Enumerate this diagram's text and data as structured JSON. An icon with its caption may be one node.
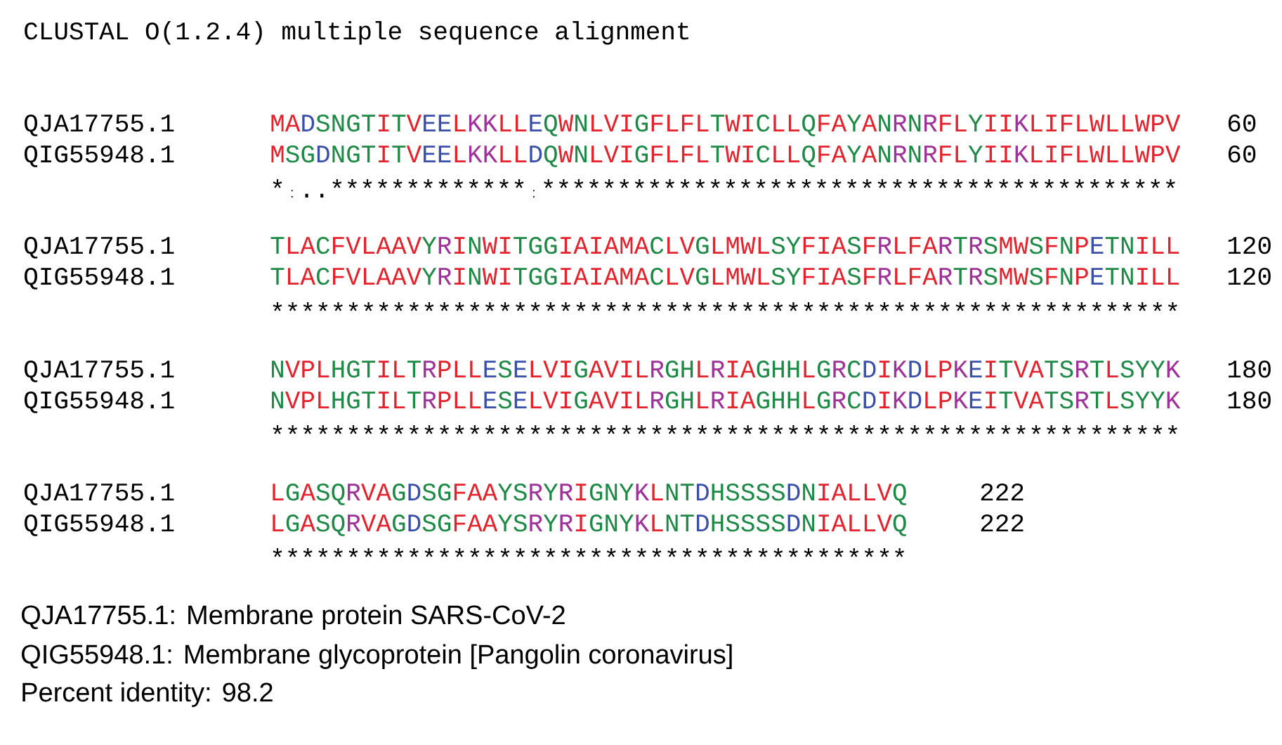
{
  "diagram": {
    "labels": [
      "CLUSTAL O(1.2.4) multiple sequence alignment",
      "QJA17755.1",
      "MADSNGTITVEELKKLLEQWNLVIGFLFLTWICLLQFAYANRNRFLYIIKLIFLWLLWPV",
      "60",
      "QIG55948.1",
      "MSGDNGTITVEELKKLLDQWNLVIGFLFLTWICLLQFAYANRNRFLYIIKLIFLWLLWPV",
      "60",
      "*:..*************:******************************************",
      "QJA17755.1",
      "TLACFVLAAVYRINWITGGIAIAMACLVGLMWLSYFIASFRLFARTRSMWSFNPETNILL",
      "120",
      "QIG55948.1",
      "TLACFVLAAVYRINWITGGIAIAMACLVGLMWLSYFIASFRLFARTRSMWSFNPETNILL",
      "120",
      "************************************************************",
      "QJA17755.1",
      "NVPLHGTILTRPLLESELVIGAVILRGHLRIAGHHLGRCDIKDLPKEITVATSRTLSYYK",
      "180",
      "QIG55948.1",
      "NVPLHGTILTRPLLESELVIGAVILRGHLRIAGHHLGRCDIKDLPKEITVATSRTLSYYK",
      "180",
      "************************************************************",
      "QJA17755.1",
      "LGASQRVAGDSGFAAYSRYRIGNYKLNTDHSSSSDNIALLVQ",
      "222",
      "QIG55948.1",
      "LGASQRVAGDSGFAAYSRYRIGNYKLNTDHSSSSDNIALLVQ",
      "222",
      "******************************************",
      "QJA17755.1: Membrane protein SARS-CoV-2",
      "QIG55948.1: Membrane glycoprotein [Pangolin coronavirus]",
      "Percent identity: 98.2"
    ]
  }
}
